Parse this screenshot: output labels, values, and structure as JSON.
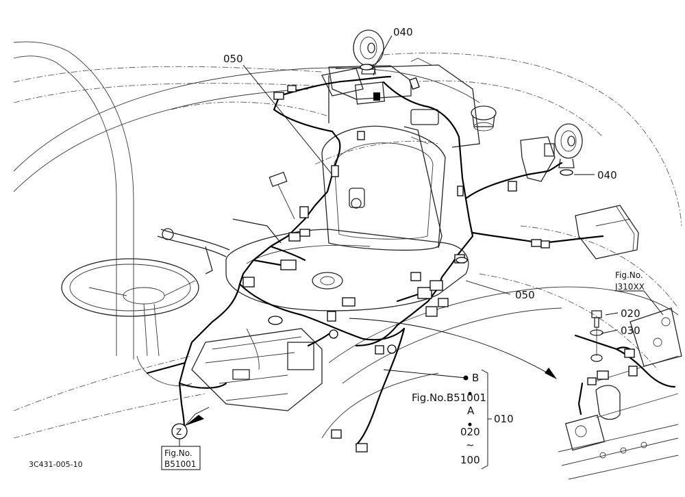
{
  "callouts": {
    "c040_top": "040",
    "c050_top": "050",
    "c040_right": "040",
    "c050_mid": "050",
    "c020": "020",
    "c030": "030",
    "c010": "010"
  },
  "references": {
    "fig_j310_label": "Fig.No.",
    "fig_j310_code": "J310XX",
    "b_point": "B",
    "fig_b51001_ref": "Fig.No.B51001",
    "a_point": "A",
    "range_start": "020",
    "range_tilde": "~",
    "range_end": "100",
    "view_letter": "Z",
    "fig_box_label": "Fig.No.",
    "fig_box_code": "B51001"
  },
  "footer": {
    "drawing_code": "3C431-005-10"
  }
}
